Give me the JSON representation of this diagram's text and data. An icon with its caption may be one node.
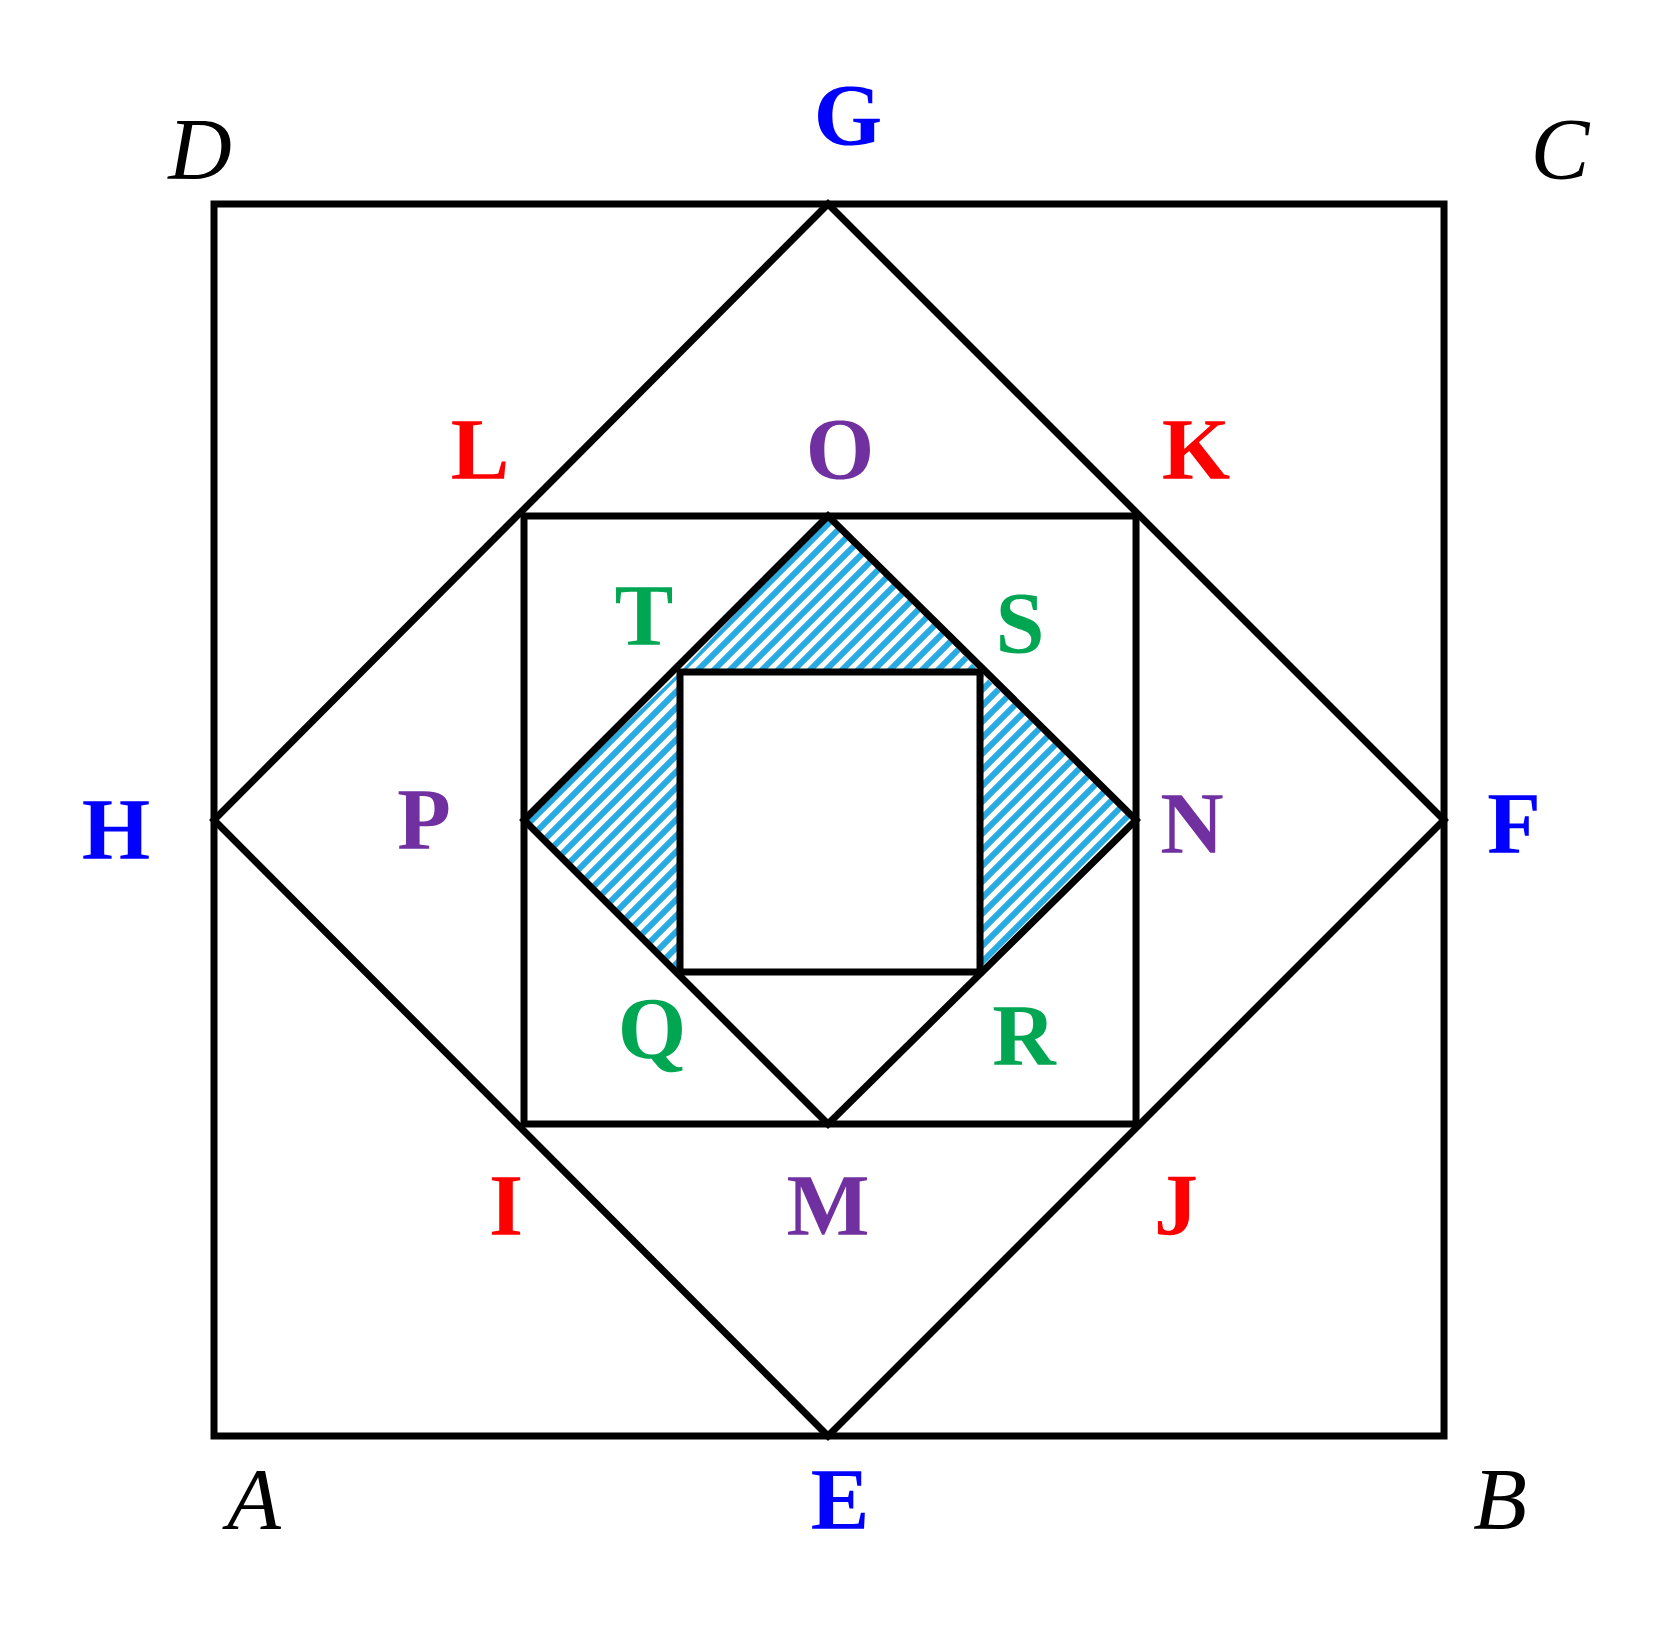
{
  "diagram": {
    "labels": [
      "D",
      "G",
      "C",
      "L",
      "O",
      "K",
      "T",
      "S",
      "H",
      "P",
      "N",
      "F",
      "Q",
      "R",
      "I",
      "M",
      "J",
      "A",
      "E",
      "B"
    ]
  }
}
